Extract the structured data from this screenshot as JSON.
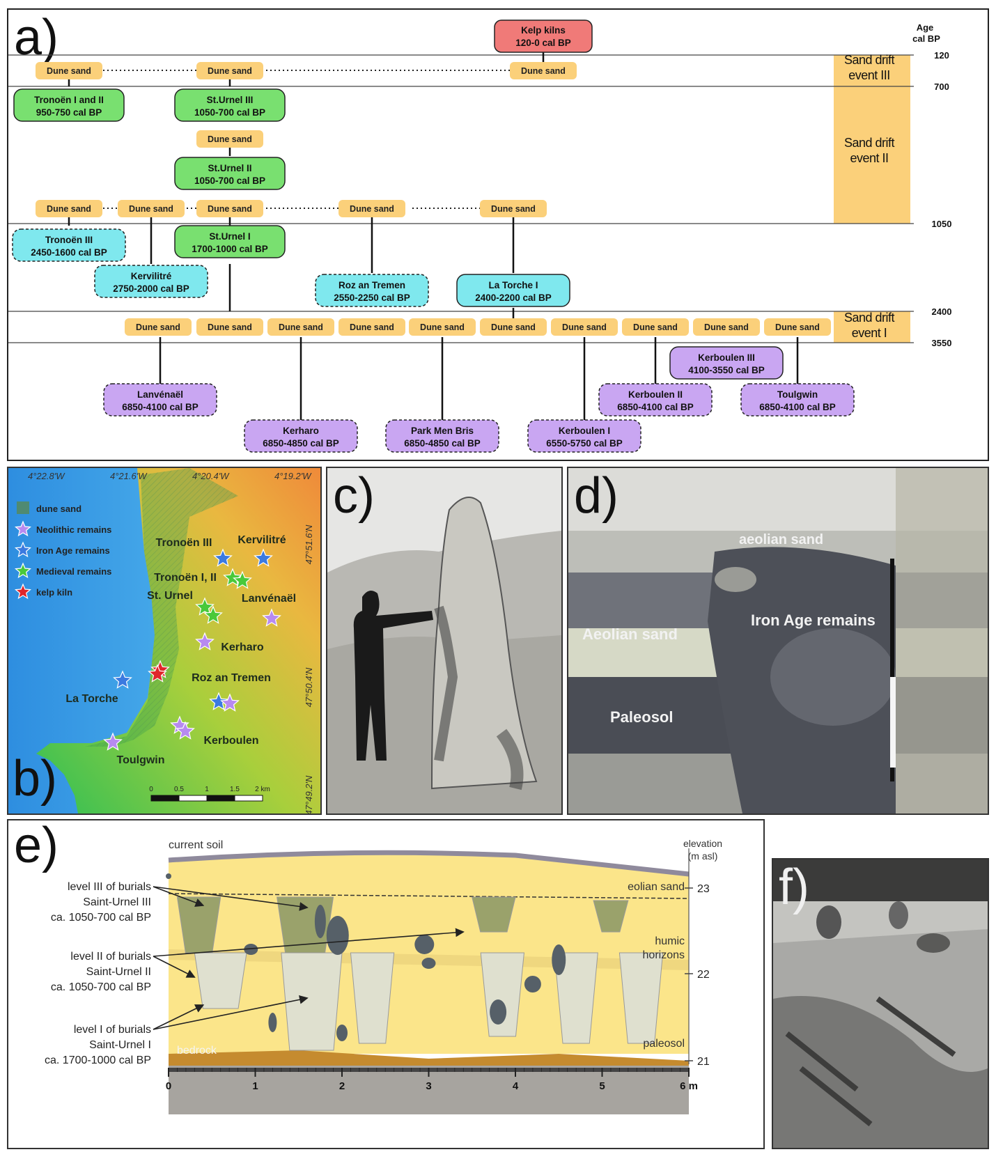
{
  "panel_a": {
    "label": "a)",
    "age_header": [
      "Age",
      "cal BP"
    ],
    "age_ticks": [
      {
        "label": "120",
        "age": 120
      },
      {
        "label": "700",
        "age": 700
      },
      {
        "label": "1050",
        "age": 1050
      },
      {
        "label": "2400",
        "age": 2400
      },
      {
        "label": "3550",
        "age": 3550
      }
    ],
    "events": [
      {
        "line1": "Sand drift",
        "line2": "event III"
      },
      {
        "line1": "Sand drift",
        "line2": "event II"
      },
      {
        "line1": "Sand drift",
        "line2": "event I"
      }
    ],
    "dune_label": "Dune sand",
    "kelp": {
      "line1": "Kelp kilns",
      "line2": "120-0 cal BP"
    },
    "sites": {
      "tronoen_12": {
        "line1": "Tronoën I and II",
        "line2": "950-750 cal BP"
      },
      "st_urnel_3": {
        "line1": "St.Urnel III",
        "line2": "1050-700 cal BP"
      },
      "st_urnel_2": {
        "line1": "St.Urnel II",
        "line2": "1050-700 cal BP"
      },
      "st_urnel_1": {
        "line1": "St.Urnel I",
        "line2": "1700-1000 cal BP"
      },
      "tronoen_3": {
        "line1": "Tronoën III",
        "line2": "2450-1600 cal BP"
      },
      "kervilitre": {
        "line1": "Kervilitré",
        "line2": "2750-2000 cal BP"
      },
      "roz_an_tremen": {
        "line1": "Roz an Tremen",
        "line2": "2550-2250 cal BP"
      },
      "la_torche_1": {
        "line1": "La Torche I",
        "line2": "2400-2200 cal BP"
      },
      "lanvenael": {
        "line1": "Lanvénaël",
        "line2": "6850-4100 cal BP"
      },
      "kerharo": {
        "line1": "Kerharo",
        "line2": "6850-4850 cal BP"
      },
      "park_men_bris": {
        "line1": "Park Men Bris",
        "line2": "6850-4850 cal BP"
      },
      "kerboulen_1": {
        "line1": "Kerboulen I",
        "line2": "6550-5750 cal BP"
      },
      "kerboulen_2": {
        "line1": "Kerboulen II",
        "line2": "6850-4100 cal BP"
      },
      "kerboulen_3": {
        "line1": "Kerboulen III",
        "line2": "4100-3550 cal BP"
      },
      "toulgwin": {
        "line1": "Toulgwin",
        "line2": "6850-4100 cal BP"
      }
    },
    "colors": {
      "dune": "#fbd07a",
      "medieval": "#79e070",
      "iron_age": "#7fe8ee",
      "neolithic": "#c9a6f2",
      "kelp": "#f07a78",
      "event_band": "#fbd07a"
    }
  },
  "panel_b": {
    "label": "b)",
    "top_coords": [
      "4°22.8'W",
      "4°21.6'W",
      "4°20.4'W",
      "4°19.2'W"
    ],
    "side_coords": [
      "47°51.6'N",
      "47°50.4'N",
      "47°49.2'N"
    ],
    "legend": [
      {
        "label": "dune sand",
        "icon": "square"
      },
      {
        "label": "Neolithic remains",
        "icon": "star",
        "color": "#b78af0"
      },
      {
        "label": "Iron Age remains",
        "icon": "star",
        "color": "#3b7ae0"
      },
      {
        "label": "Medieval remains",
        "icon": "star",
        "color": "#49c93a"
      },
      {
        "label": "kelp kiln",
        "icon": "star",
        "color": "#e0262b"
      }
    ],
    "places": [
      "Tronoën III",
      "Kervilitré",
      "Tronoën I, II",
      "St. Urnel",
      "Lanvénaël",
      "Kerharo",
      "Roz an Tremen",
      "La Torche",
      "Kerboulen",
      "Toulgwin"
    ],
    "scale_labels": [
      "0",
      "0.5",
      "1",
      "1.5",
      "2 km"
    ]
  },
  "panel_c": {
    "label": "c)"
  },
  "panel_d": {
    "label": "d)",
    "annotations": [
      "aeolian sand",
      "Aeolian sand",
      "Iron Age remains",
      "Paleosol"
    ]
  },
  "panel_e": {
    "label": "e)",
    "top_label": "current soil",
    "elevation_header": [
      "elevation",
      "(m asl)"
    ],
    "elev_ticks": [
      "23",
      "22",
      "21"
    ],
    "x_ticks": [
      "0",
      "1",
      "2",
      "3",
      "4",
      "5",
      "6 m"
    ],
    "layer_labels": [
      "eolian sand",
      "humic",
      "horizons",
      "bedrock",
      "paleosol"
    ],
    "burial_levels": [
      {
        "line1": "level III of burials",
        "line2": "Saint-Urnel III",
        "line3": "ca. 1050-700 cal BP"
      },
      {
        "line1": "level II of burials",
        "line2": "Saint-Urnel II",
        "line3": "ca. 1050-700 cal BP"
      },
      {
        "line1": "level I of burials",
        "line2": "Saint-Urnel I",
        "line3": "ca. 1700-1000 cal BP"
      }
    ]
  },
  "panel_f": {
    "label": "f)"
  }
}
